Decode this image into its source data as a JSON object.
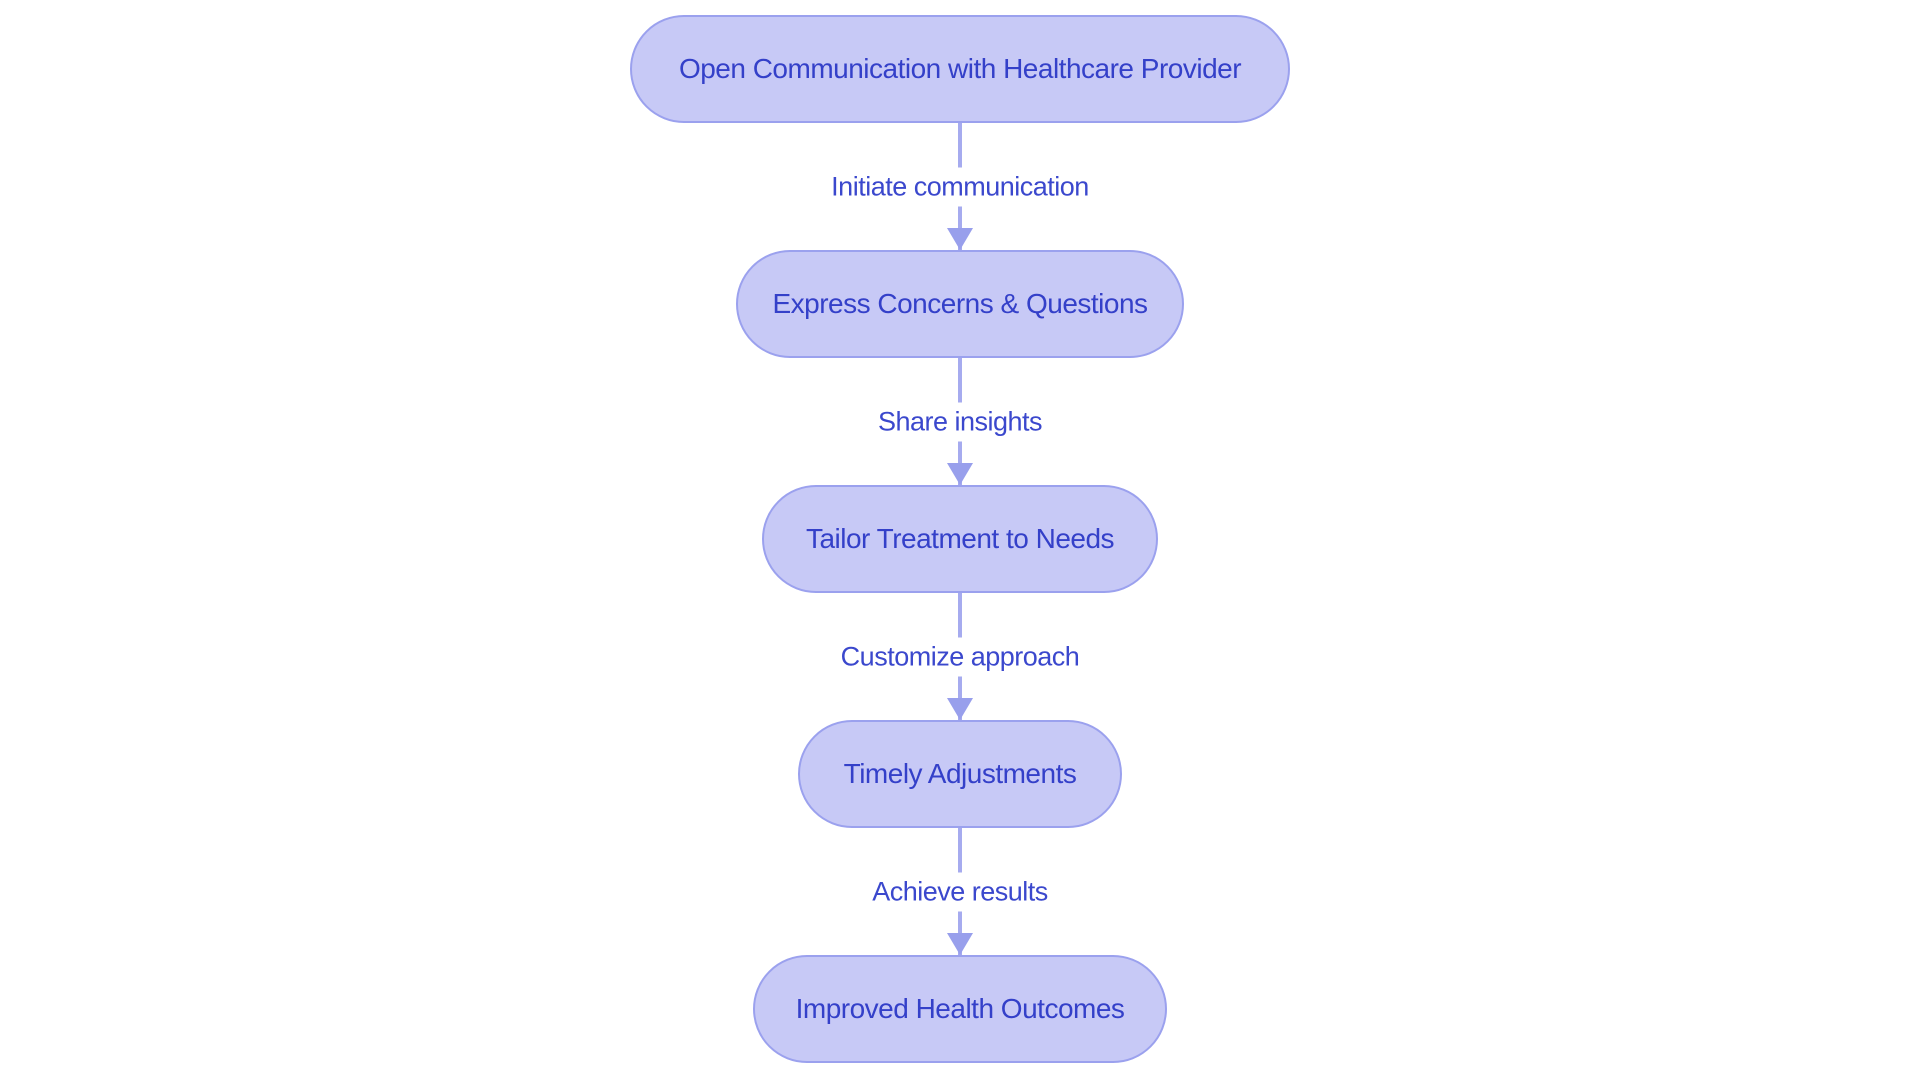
{
  "diagram": {
    "type": "flowchart",
    "direction": "top-down",
    "colors": {
      "background": "#ffffff",
      "node_fill": "#c7c9f6",
      "node_border": "#9ba1ee",
      "node_text": "#3440c9",
      "edge_line": "#a6abef",
      "arrowhead": "#989fec",
      "edge_label": "#3b48cd"
    },
    "nodes": [
      {
        "id": "n1",
        "label": "Open Communication with Healthcare Provider"
      },
      {
        "id": "n2",
        "label": "Express Concerns & Questions"
      },
      {
        "id": "n3",
        "label": "Tailor Treatment to Needs"
      },
      {
        "id": "n4",
        "label": "Timely Adjustments"
      },
      {
        "id": "n5",
        "label": "Improved Health Outcomes"
      }
    ],
    "edges": [
      {
        "from": "n1",
        "to": "n2",
        "label": "Initiate communication"
      },
      {
        "from": "n2",
        "to": "n3",
        "label": "Share insights"
      },
      {
        "from": "n3",
        "to": "n4",
        "label": "Customize approach"
      },
      {
        "from": "n4",
        "to": "n5",
        "label": "Achieve results"
      }
    ]
  }
}
